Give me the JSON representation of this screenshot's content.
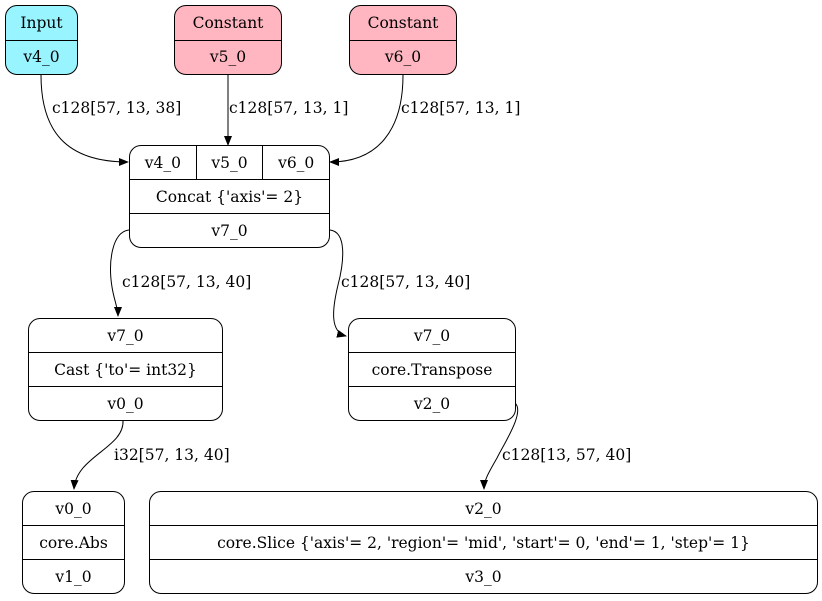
{
  "colors": {
    "input_fill": "#98f5ff",
    "constant_fill": "#ffb6c1",
    "default_fill": "#ffffff",
    "stroke": "#000000"
  },
  "nodes": {
    "input": {
      "rows": [
        "Input",
        "v4_0"
      ]
    },
    "const5": {
      "rows": [
        "Constant",
        "v5_0"
      ]
    },
    "const6": {
      "rows": [
        "Constant",
        "v6_0"
      ]
    },
    "concat": {
      "inputs": [
        "v4_0",
        "v5_0",
        "v6_0"
      ],
      "op": "Concat {'axis'= 2}",
      "output": "v7_0"
    },
    "cast": {
      "rows": [
        "v7_0",
        "Cast {'to'= int32}",
        "v0_0"
      ]
    },
    "transpose": {
      "rows": [
        "v7_0",
        "core.Transpose",
        "v2_0"
      ]
    },
    "abs": {
      "rows": [
        "v0_0",
        "core.Abs",
        "v1_0"
      ]
    },
    "slice": {
      "rows": [
        "v2_0",
        "core.Slice {'axis'= 2, 'region'= 'mid', 'start'= 0, 'end'= 1, 'step'= 1}",
        "v3_0"
      ]
    }
  },
  "edges": [
    {
      "label": "c128[57, 13, 38]"
    },
    {
      "label": "c128[57, 13, 1]"
    },
    {
      "label": "c128[57, 13, 1]"
    },
    {
      "label": "c128[57, 13, 40]"
    },
    {
      "label": "c128[57, 13, 40]"
    },
    {
      "label": "i32[57, 13, 40]"
    },
    {
      "label": "c128[13, 57, 40]"
    }
  ]
}
